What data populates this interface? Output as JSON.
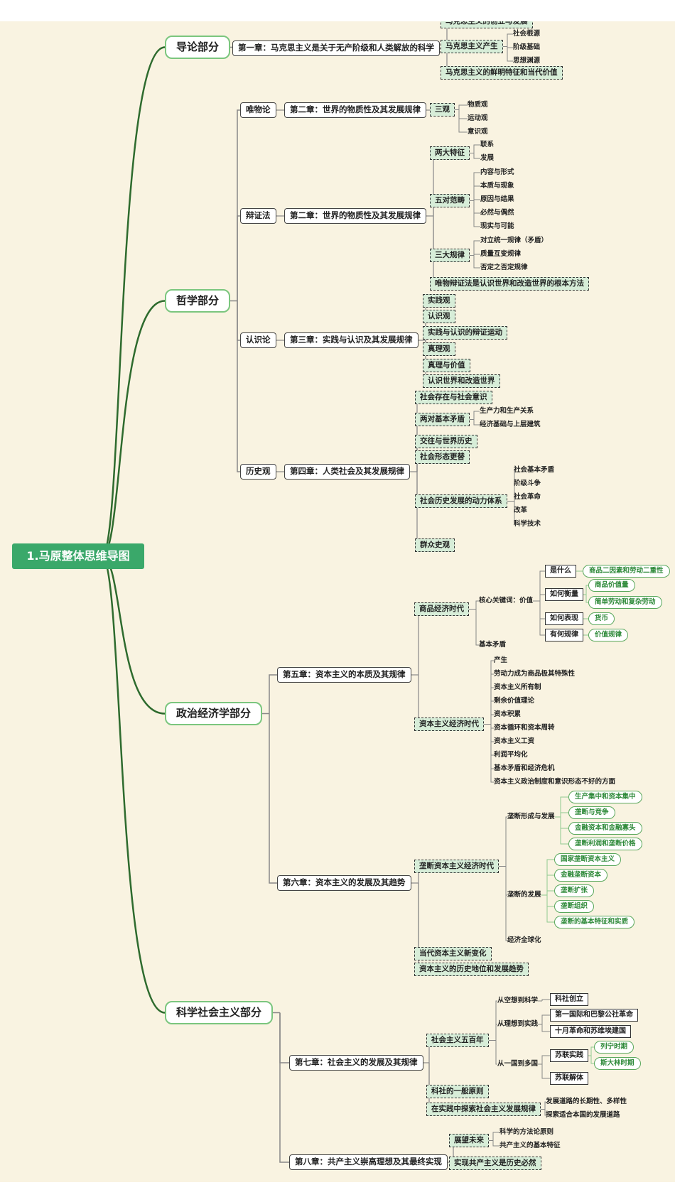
{
  "root": "1.马原整体思维导图",
  "majors": {
    "intro": "导论部分",
    "philosophy": "哲学部分",
    "political_economy": "政治经济学部分",
    "socialism": "科学社会主义部分"
  },
  "intro": {
    "chapter": "第一章：马克思主义是关于无产阶级和人类解放的科学",
    "top_cut": "马克思主义的创立与发展",
    "origin": "马克思主义产生",
    "origin_items": [
      "社会根源",
      "阶级基础",
      "思想渊源"
    ],
    "traits": "马克思主义的鲜明特征和当代价值"
  },
  "phil": {
    "materialism": "唯物论",
    "dialectics": "辩证法",
    "epistemology": "认识论",
    "history_view": "历史观",
    "ch2": "第二章：世界的物质性及其发展规律",
    "ch3": "第三章：实践与认识及其发展规律",
    "ch4": "第四章：人类社会及其发展规律",
    "three_views": "三观",
    "three_views_items": [
      "物质观",
      "运动观",
      "意识观"
    ],
    "two_features": "两大特征",
    "two_features_items": [
      "联系",
      "发展"
    ],
    "five_pairs": "五对范畴",
    "five_pairs_items": [
      "内容与形式",
      "本质与现象",
      "原因与结果",
      "必然与偶然",
      "现实与可能"
    ],
    "three_laws": "三大规律",
    "three_laws_items": [
      "对立统一规律（矛盾）",
      "质量互变规律",
      "否定之否定规律"
    ],
    "dialectics_method": "唯物辩证法是认识世界和改造世界的根本方法",
    "ch3_items": [
      "实践观",
      "认识观",
      "实践与认识的辩证运动",
      "真理观",
      "真理与价值",
      "认识世界和改造世界"
    ],
    "ch4_a": "社会存在与社会意识",
    "ch4_b": "两对基本矛盾",
    "ch4_b_items": [
      "生产力和生产关系",
      "经济基础与上层建筑"
    ],
    "ch4_c": "交往与世界历史",
    "ch4_d": "社会形态更替",
    "ch4_e": "社会历史发展的动力体系",
    "ch4_e_items": [
      "社会基本矛盾",
      "阶级斗争",
      "社会革命",
      "改革",
      "科学技术"
    ],
    "ch4_f": "群众史观"
  },
  "pe": {
    "ch5": "第五章：资本主义的本质及其规律",
    "ch6": "第六章：资本主义的发展及其趋势",
    "commodity_era": "商品经济时代",
    "core_key": "核心关键词：价值",
    "basic_contradiction": "基本矛盾",
    "what": "是什么",
    "what_item": "商品二因素和劳动二重性",
    "measure": "如何衡量",
    "measure_items": [
      "商品价值量",
      "简单劳动和复杂劳动"
    ],
    "express": "如何表现",
    "express_item": "货币",
    "law": "有何规律",
    "law_item": "价值规律",
    "capitalist_era": "资本主义经济时代",
    "capitalist_items": [
      "产生",
      "劳动力成为商品极其特殊性",
      "资本主义所有制",
      "剩余价值理论",
      "资本积累",
      "资本循环和资本周转",
      "资本主义工资",
      "利润平均化",
      "基本矛盾和经济危机",
      "资本主义政治制度和意识形态不好的方面"
    ],
    "monopoly_era": "垄断资本主义经济时代",
    "monopoly_form": "垄断形成与发展",
    "monopoly_form_items": [
      "生产集中和资本集中",
      "垄断与竞争",
      "金融资本和金融寡头",
      "垄断利润和垄断价格"
    ],
    "monopoly_dev": "垄断的发展",
    "monopoly_dev_items": [
      "国家垄断资本主义",
      "金融垄断资本",
      "垄断扩张",
      "垄断组织",
      "垄断的基本特征和实质"
    ],
    "globalization": "经济全球化",
    "contemporary": "当代资本主义新变化",
    "historical": "资本主义的历史地位和发展趋势"
  },
  "ss": {
    "ch7": "第七章：社会主义的发展及其规律",
    "ch8": "第八章：共产主义崇高理想及其最终实现",
    "five_hundred": "社会主义五百年",
    "utopia": "从空想到科学",
    "founding": "科社创立",
    "theory_practice": "从理想到实践",
    "tp_items": [
      "第一国际和巴黎公社革命",
      "十月革命和苏维埃建国"
    ],
    "one_to_many": "从一国到多国",
    "soviet_practice": "苏联实践",
    "soviet_items": [
      "列宁时期",
      "斯大林时期"
    ],
    "soviet_collapse": "苏联解体",
    "principles": "科社的一般原则",
    "explore": "在实践中探索社会主义发展规律",
    "explore_items": [
      "发展道路的长期性、多样性",
      "探索适合本国的发展道路"
    ],
    "outlook": "展望未来",
    "outlook_items": [
      "科学的方法论原则",
      "共产主义的基本特征"
    ],
    "inevitable": "实现共产主义是历史必然"
  }
}
